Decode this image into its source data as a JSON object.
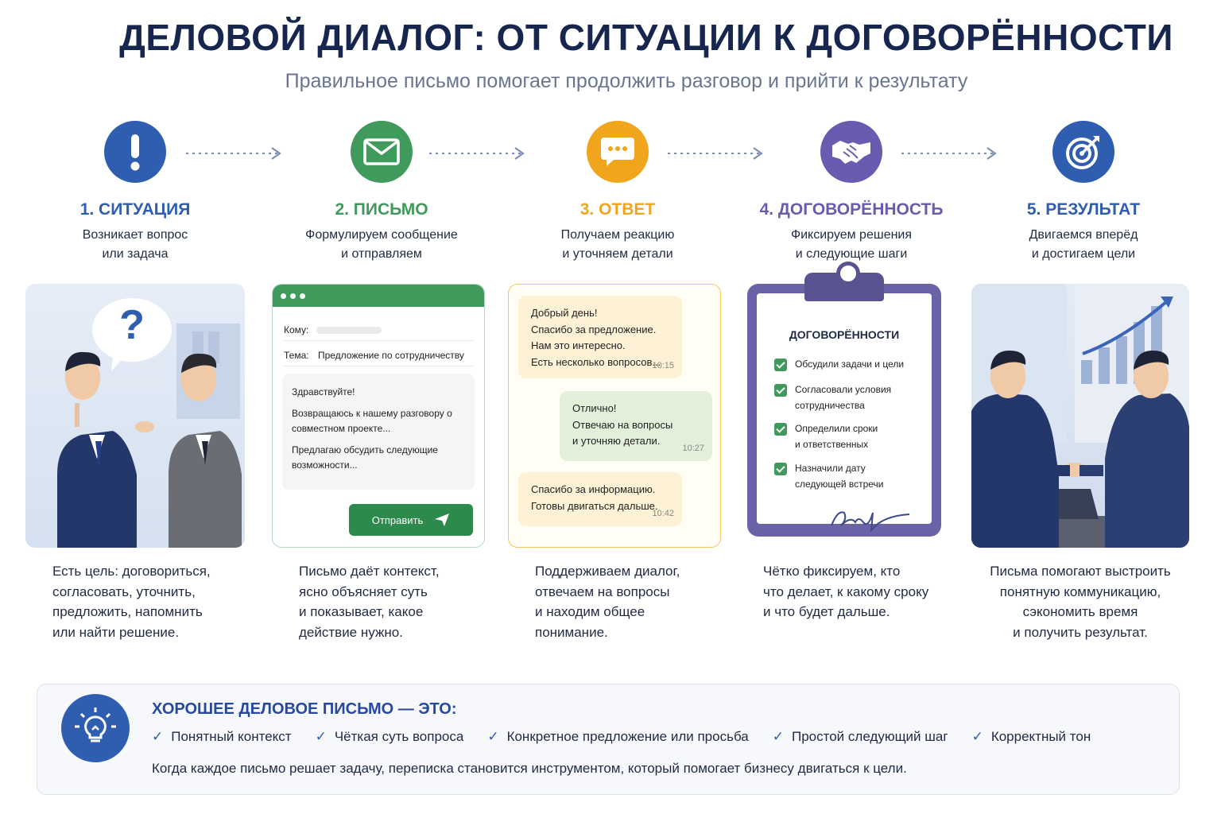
{
  "header": {
    "title": "ДЕЛОВОЙ ДИАЛОГ: ОТ СИТУАЦИИ К ДОГОВОРЁННОСТИ",
    "subtitle": "Правильное письмо помогает продолжить разговор и прийти к результату"
  },
  "colors": {
    "blue": "#2f5db0",
    "green": "#3f9a5b",
    "orange": "#f0a51c",
    "purple": "#6b5bb0",
    "navy": "#16264f"
  },
  "steps": [
    {
      "title": "1. СИТУАЦИЯ",
      "desc": "Возникает вопрос\nили задача",
      "icon": "exclamation-icon",
      "color": "#2f5db0"
    },
    {
      "title": "2. ПИСЬМО",
      "desc": "Формулируем сообщение\nи отправляем",
      "icon": "envelope-icon",
      "color": "#3f9a5b"
    },
    {
      "title": "3. ОТВЕТ",
      "desc": "Получаем реакцию\nи уточняем детали",
      "icon": "chat-icon",
      "color": "#f0a51c"
    },
    {
      "title": "4. ДОГОВОРЁННОСТЬ",
      "desc": "Фиксируем решения\nи следующие шаги",
      "icon": "handshake-icon",
      "color": "#6b5bb0"
    },
    {
      "title": "5. РЕЗУЛЬТАТ",
      "desc": "Двигаемся вперёд\nи достигаем цели",
      "icon": "target-icon",
      "color": "#2f5db0"
    }
  ],
  "situation_card": {
    "question_mark": "?"
  },
  "email_card": {
    "to_label": "Кому:",
    "subject_label": "Тема:",
    "subject": "Предложение по сотрудничеству",
    "greeting": "Здравствуйте!",
    "line1": "Возвращаюсь к нашему разговору о совместном проекте...",
    "line2": "Предлагаю обсудить следующие возможности...",
    "send": "Отправить"
  },
  "chat_card": {
    "messages": [
      {
        "text": "Добрый день!\nСпасибо за предложение.\nНам это интересно.\nЕсть несколько вопросов...",
        "time": "10:15"
      },
      {
        "text": "Отлично!\nОтвечаю на вопросы\nи уточняю детали.",
        "time": "10:27"
      },
      {
        "text": "Спасибо за информацию.\nГотовы двигаться дальше.",
        "time": "10:42"
      }
    ]
  },
  "agreement_card": {
    "title": "ДОГОВОРЁННОСТИ",
    "items": [
      "Обсудили задачи и цели",
      "Согласовали условия\nсотрудничества",
      "Определили сроки\nи ответственных",
      "Назначили дату\nследующей встречи"
    ]
  },
  "bottom_texts": [
    "Есть цель: договориться,\nсогласовать, уточнить,\nпредложить, напомнить\nили найти решение.",
    "Письмо даёт контекст,\nясно объясняет суть\nи показывает, какое\nдействие нужно.",
    "Поддерживаем диалог,\nотвечаем на вопросы\nи находим общее\nпонимание.",
    "Чётко фиксируем, кто\nчто делает, к какому сроку\nи что будет дальше.",
    "Письма помогают выстроить\nпонятную коммуникацию,\nсэкономить время\nи получить результат."
  ],
  "summary": {
    "title": "ХОРОШЕЕ ДЕЛОВОЕ ПИСЬМО — ЭТО:",
    "points": [
      "Понятный контекст",
      "Чёткая суть вопроса",
      "Конкретное предложение или просьба",
      "Простой следующий шаг",
      "Корректный тон"
    ],
    "note": "Когда каждое письмо решает задачу, переписка становится инструментом, который помогает бизнесу двигаться к цели.",
    "icon": "lightbulb-icon"
  }
}
